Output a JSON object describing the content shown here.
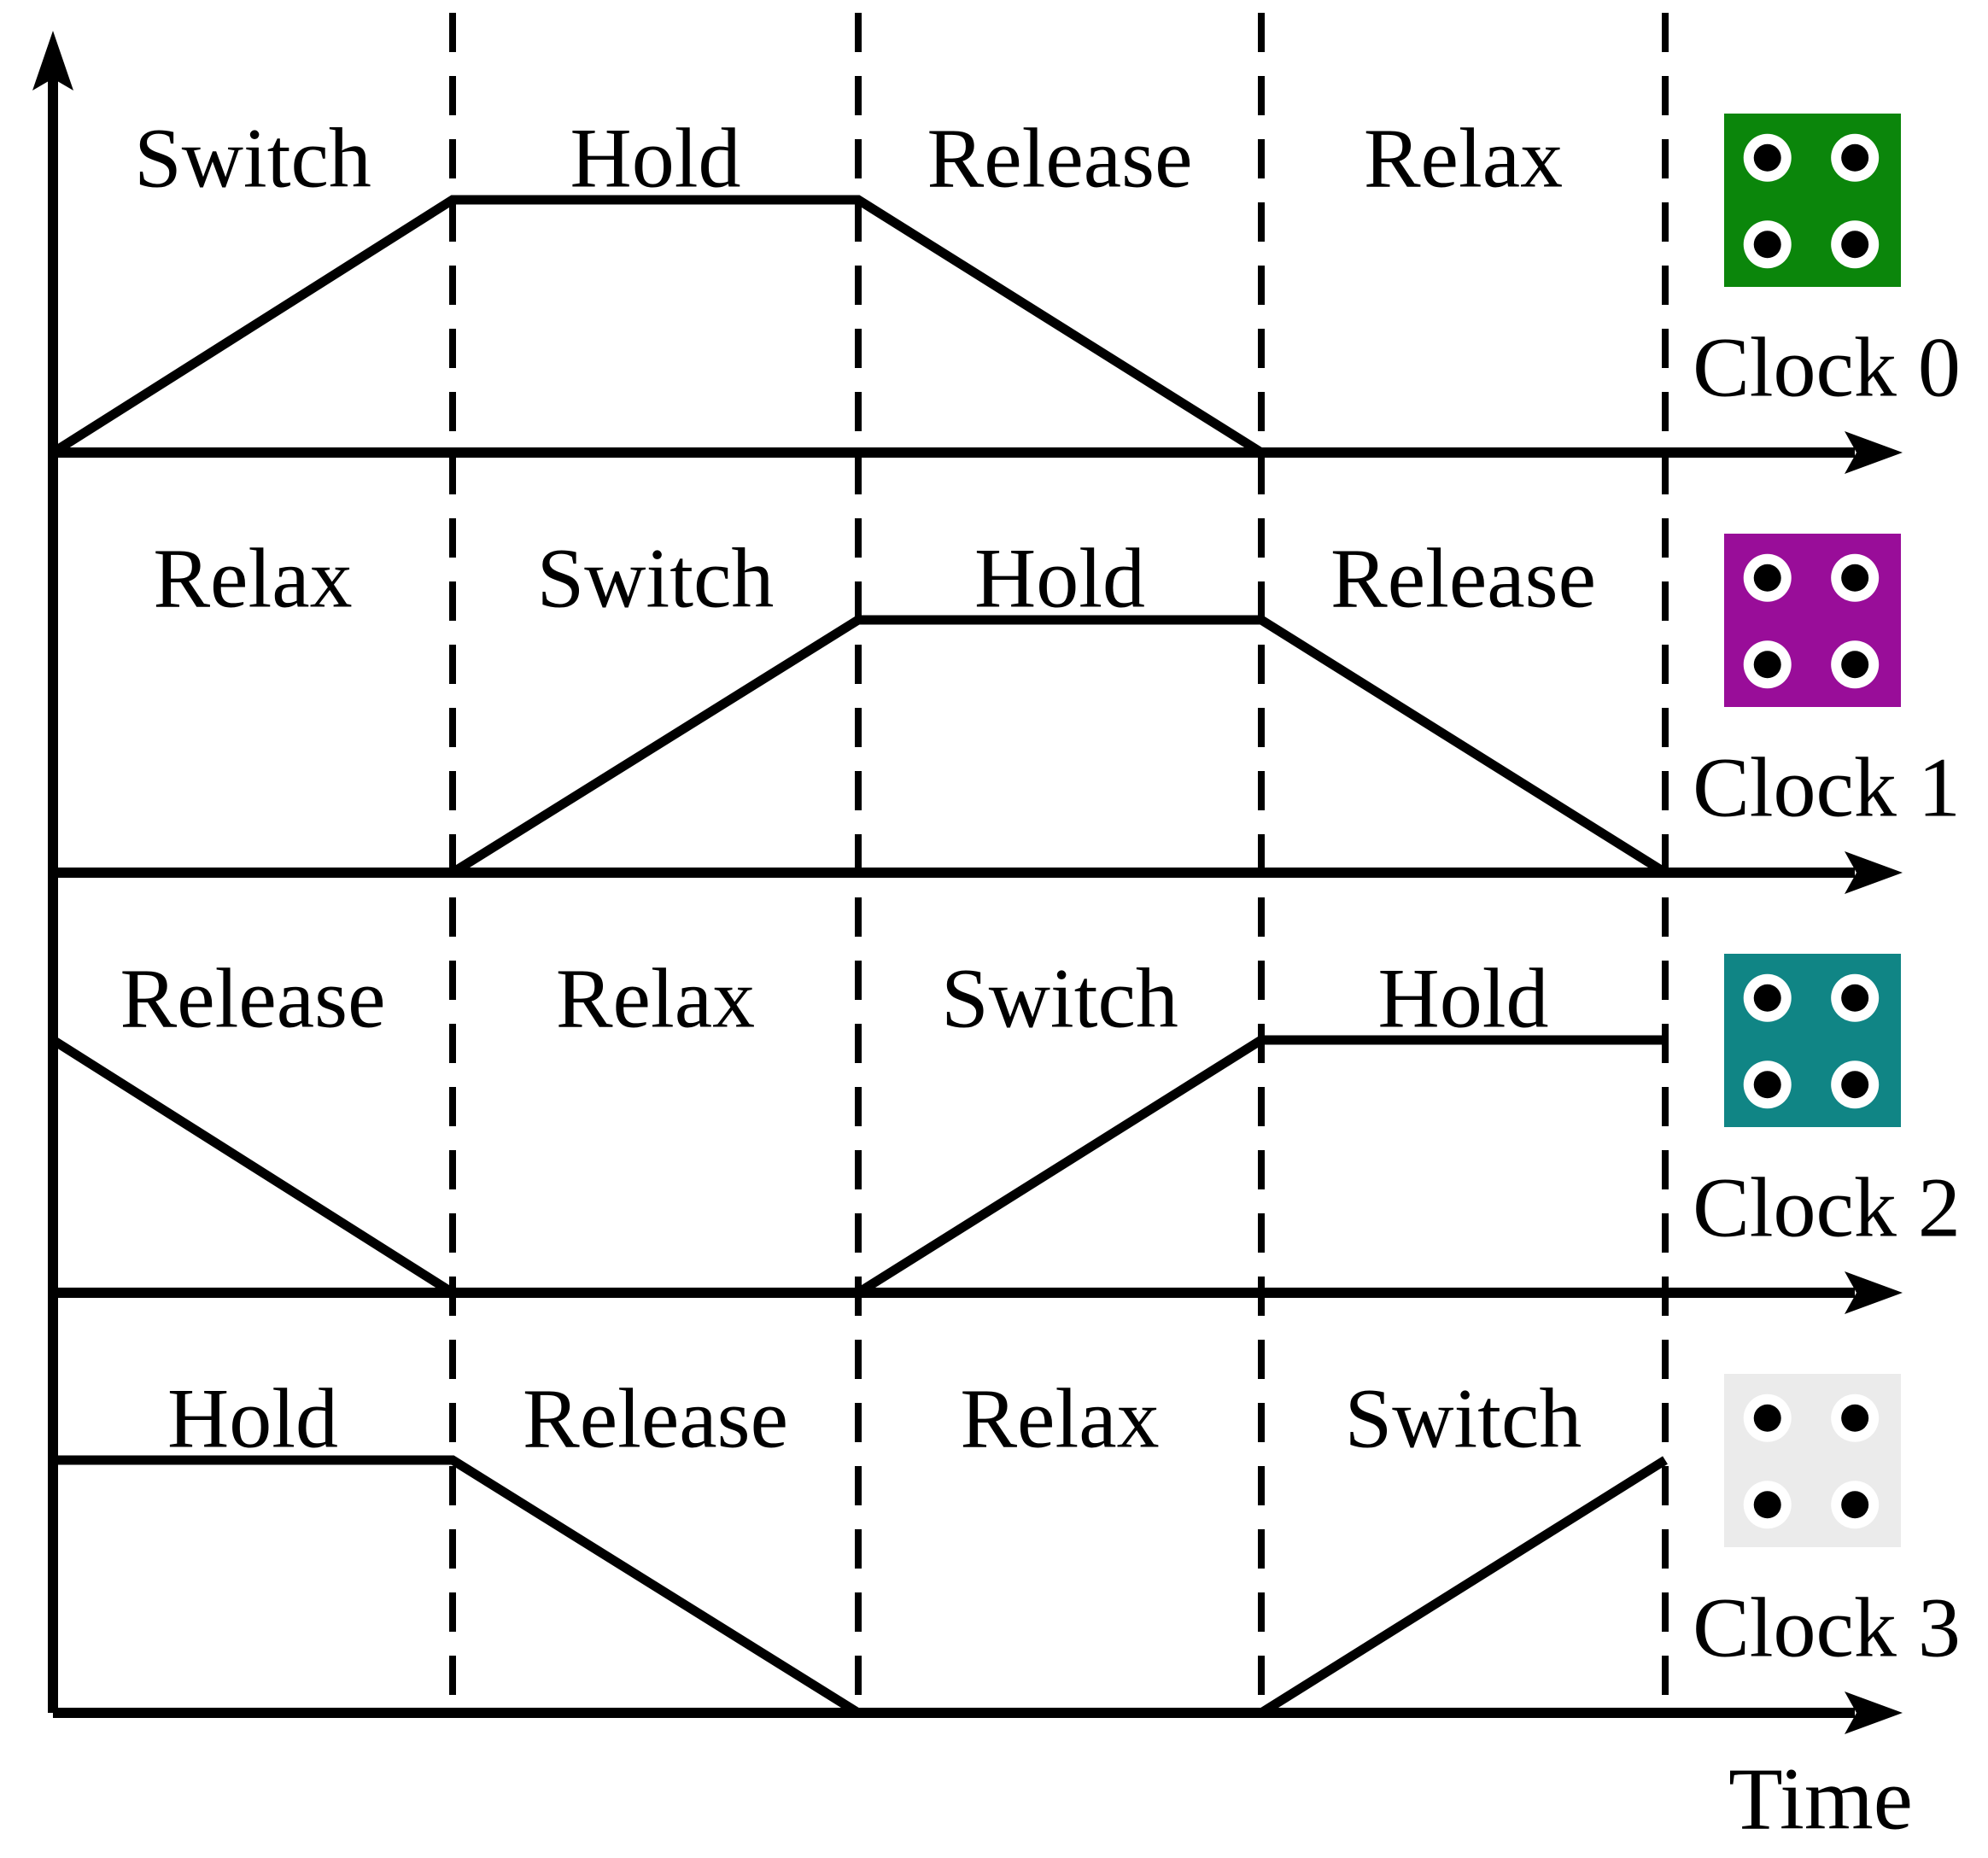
{
  "diagram": {
    "axes": {
      "time_label": "Time"
    },
    "phase_columns": 4,
    "clocks": [
      {
        "label": "Clock 0",
        "color": "#0B860B",
        "phases": [
          "Switch",
          "Hold",
          "Release",
          "Relax"
        ],
        "levels": [
          "rise",
          "high",
          "fall",
          "low"
        ]
      },
      {
        "label": "Clock 1",
        "color": "#990D99",
        "phases": [
          "Relax",
          "Switch",
          "Hold",
          "Release"
        ],
        "levels": [
          "low",
          "rise",
          "high",
          "fall"
        ]
      },
      {
        "label": "Clock 2",
        "color": "#108585",
        "phases": [
          "Release",
          "Relax",
          "Switch",
          "Hold"
        ],
        "levels": [
          "fall",
          "low",
          "rise",
          "high"
        ]
      },
      {
        "label": "Clock 3",
        "color": "#EBEBEB",
        "phases": [
          "Hold",
          "Release",
          "Relax",
          "Switch"
        ],
        "levels": [
          "high",
          "fall",
          "low",
          "rise"
        ]
      }
    ],
    "cell_icon": {
      "dots": 4,
      "dot_color": "#000000",
      "ring_color": "#FFFFFF"
    },
    "line_color": "#000000",
    "background_color": "#FFFFFF"
  }
}
